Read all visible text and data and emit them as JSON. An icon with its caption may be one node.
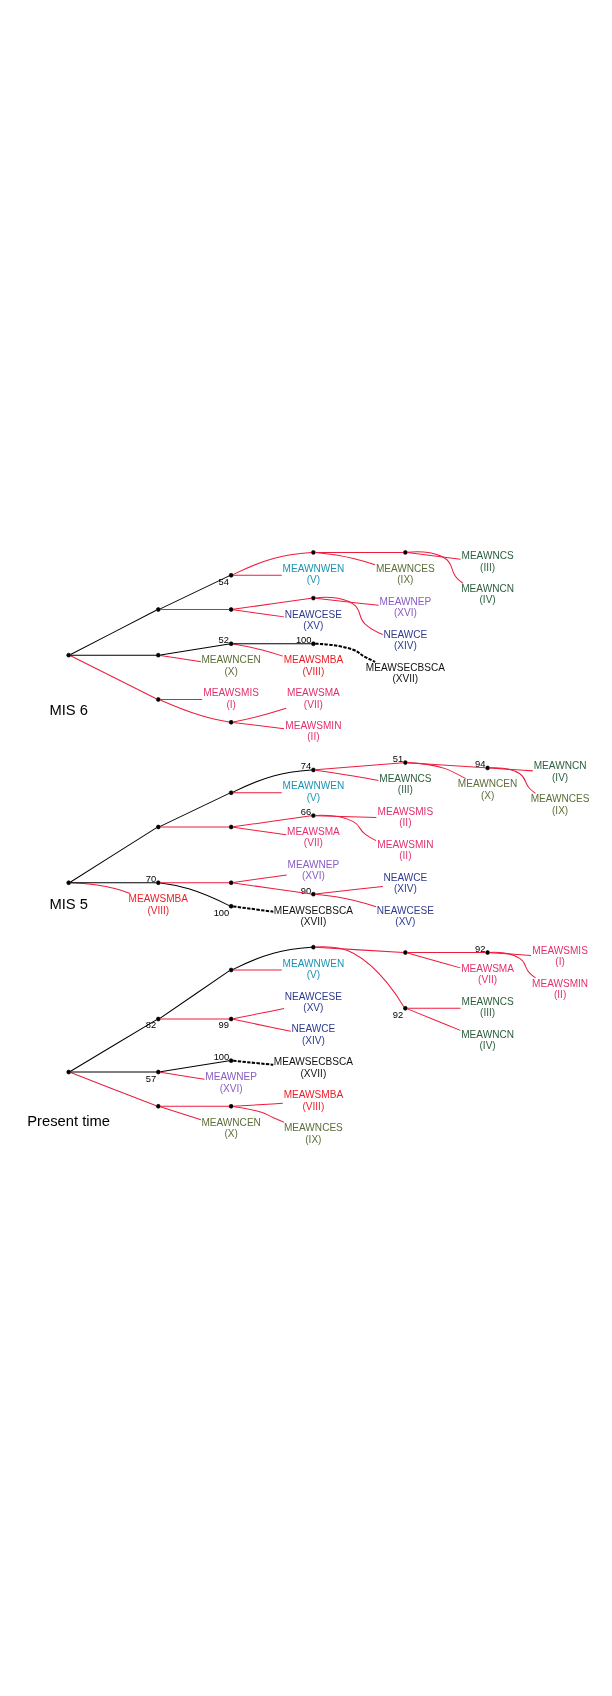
{
  "diagram": {
    "labels": [
      "MIS 6",
      "MIS 5",
      "Present time"
    ],
    "nodes": [
      {
        "text": [],
        "shape": "circle"
      },
      {
        "text": [],
        "shape": "circle"
      },
      {
        "text": [],
        "shape": "circle"
      },
      {
        "text": [
          "MEAWSMIN (II)"
        ]
      },
      {
        "text": [
          "MEAWSMA (VII)"
        ]
      },
      {
        "text": [
          "MEAWSMIS (I)"
        ]
      },
      {
        "text": [],
        "shape": "circle"
      },
      {
        "text": [
          "MEAWNCEN (X)"
        ]
      },
      {
        "text": [],
        "shape": "circle",
        "beside": [
          "52"
        ]
      },
      {
        "text": [
          "MEAWSMBA (VIII)"
        ]
      },
      {
        "text": [],
        "shape": "circle",
        "beside": [
          "100"
        ]
      },
      {
        "text": [
          "MEAWSECBSCA (XVII)"
        ]
      },
      {
        "text": [],
        "shape": "circle"
      },
      {
        "text": [],
        "shape": "circle"
      },
      {
        "text": [
          "NEAWCESE (XV)"
        ]
      },
      {
        "text": [],
        "shape": "circle"
      },
      {
        "text": [
          "NEAWCE (XIV)"
        ]
      },
      {
        "text": [
          "MEAWNEP (XVI)"
        ]
      },
      {
        "text": [],
        "shape": "circle",
        "beside": [
          "54"
        ]
      },
      {
        "text": [
          "MEAWNWEN (V)"
        ]
      },
      {
        "text": [],
        "shape": "circle"
      },
      {
        "text": [
          "MEAWNCES (IX)"
        ]
      },
      {
        "text": [],
        "shape": "circle"
      },
      {
        "text": [
          "MEAWNCN (IV)"
        ]
      },
      {
        "text": [
          "MEAWNCS (III)"
        ]
      },
      {
        "text": [],
        "shape": "circle"
      },
      {
        "text": [
          "MEAWSMBA (VIII)"
        ]
      },
      {
        "text": [],
        "shape": "circle",
        "beside": [
          "70"
        ]
      },
      {
        "text": [],
        "shape": "circle",
        "beside": [
          "100"
        ]
      },
      {
        "text": [
          "MEAWSECBSCA (XVII)"
        ]
      },
      {
        "text": [],
        "shape": "circle"
      },
      {
        "text": [],
        "shape": "circle",
        "beside": [
          "90"
        ]
      },
      {
        "text": [
          "NEAWCESE (XV)"
        ]
      },
      {
        "text": [
          "NEAWCE (XIV)"
        ]
      },
      {
        "text": [
          "MEAWNEP (XVI)"
        ]
      },
      {
        "text": [],
        "shape": "circle"
      },
      {
        "text": [],
        "shape": "circle"
      },
      {
        "text": [
          "MEAWSMA (VII)"
        ]
      },
      {
        "text": [],
        "shape": "circle",
        "beside": [
          "66"
        ]
      },
      {
        "text": [
          "MEAWSMIN (II)"
        ]
      },
      {
        "text": [
          "MEAWSMIS (II)"
        ]
      },
      {
        "text": [],
        "shape": "circle"
      },
      {
        "text": [
          "MEAWNWEN (V)"
        ]
      },
      {
        "text": [],
        "shape": "circle",
        "beside": [
          "74"
        ]
      },
      {
        "text": [
          "MEAWNCS (III)"
        ]
      },
      {
        "text": [],
        "shape": "circle",
        "beside": [
          "51"
        ]
      },
      {
        "text": [
          "MEAWNCEN (X)"
        ]
      },
      {
        "text": [],
        "shape": "circle",
        "beside": [
          "94"
        ]
      },
      {
        "text": [
          "MEAWNCES (IX)"
        ]
      },
      {
        "text": [
          "MEAWNCN (IV)"
        ]
      },
      {
        "text": [],
        "shape": "circle"
      },
      {
        "text": [],
        "shape": "circle"
      },
      {
        "text": [
          "MEAWNCEN (X)"
        ]
      },
      {
        "text": [],
        "shape": "circle"
      },
      {
        "text": [
          "MEAWNCES (IX)"
        ]
      },
      {
        "text": [
          "MEAWSMBA (VIII)"
        ]
      },
      {
        "text": [],
        "shape": "circle",
        "beside": [
          "57"
        ]
      },
      {
        "text": [
          "MEAWNEP (XVI)"
        ]
      },
      {
        "text": [],
        "shape": "circle",
        "beside": [
          "100"
        ]
      },
      {
        "text": [
          "MEAWSECBSCA (XVII)"
        ]
      },
      {
        "text": [],
        "shape": "circle",
        "beside": [
          "82"
        ]
      },
      {
        "text": [],
        "shape": "circle",
        "beside": [
          "99"
        ]
      },
      {
        "text": [
          "NEAWCE (XIV)"
        ]
      },
      {
        "text": [
          "NEAWCESE (XV)"
        ]
      },
      {
        "text": [],
        "shape": "circle"
      },
      {
        "text": [
          "MEAWNWEN (V)"
        ]
      },
      {
        "text": [],
        "shape": "circle"
      },
      {
        "text": [],
        "shape": "circle",
        "beside": [
          "92"
        ]
      },
      {
        "text": [
          "MEAWNCN (IV)"
        ]
      },
      {
        "text": [
          "MEAWNCS (III)"
        ]
      },
      {
        "text": [],
        "shape": "circle"
      },
      {
        "text": [
          "MEAWSMA (VII)"
        ]
      },
      {
        "text": [],
        "shape": "circle",
        "beside": [
          "92"
        ]
      },
      {
        "text": [
          "MEAWSMIN (II)"
        ]
      },
      {
        "text": [
          "MEAWSMIS (I)"
        ]
      }
    ],
    "edges": [
      {
        "from": 0,
        "to": 1,
        "arrow": "none"
      },
      {
        "from": 1,
        "to": 5,
        "arrow": "none"
      },
      {
        "from": 1,
        "to": 2,
        "arrow": "none"
      },
      {
        "from": 2,
        "to": 3,
        "arrow": "none"
      },
      {
        "from": 2,
        "to": 4,
        "arrow": "none"
      },
      {
        "from": 0,
        "to": 6,
        "arrow": "none",
        "color": "#000000"
      },
      {
        "from": 6,
        "to": 7,
        "arrow": "none"
      },
      {
        "from": 6,
        "to": 8,
        "arrow": "none",
        "color": "#000000"
      },
      {
        "from": 8,
        "to": 9,
        "arrow": "none"
      },
      {
        "from": 8,
        "to": 10,
        "arrow": "none",
        "color": "#000000"
      },
      {
        "from": 10,
        "to": 11,
        "arrow": "none",
        "style": "dashed",
        "color": "#000000"
      },
      {
        "from": 0,
        "to": 12,
        "arrow": "none",
        "color": "#000000"
      },
      {
        "from": 12,
        "to": 13,
        "arrow": "none"
      },
      {
        "from": 13,
        "to": 14,
        "arrow": "none"
      },
      {
        "from": 13,
        "to": 15,
        "arrow": "none"
      },
      {
        "from": 15,
        "to": 16,
        "arrow": "none"
      },
      {
        "from": 15,
        "to": 17,
        "arrow": "none"
      },
      {
        "from": 12,
        "to": 18,
        "arrow": "none",
        "color": "#000000"
      },
      {
        "from": 18,
        "to": 19,
        "arrow": "none"
      },
      {
        "from": 18,
        "to": 20,
        "arrow": "none"
      },
      {
        "from": 20,
        "to": 21,
        "arrow": "none"
      },
      {
        "from": 20,
        "to": 22,
        "arrow": "none"
      },
      {
        "from": 22,
        "to": 23,
        "arrow": "none"
      },
      {
        "from": 22,
        "to": 24,
        "arrow": "none"
      },
      {
        "from": 25,
        "to": 26,
        "arrow": "none"
      },
      {
        "from": 25,
        "to": 27,
        "arrow": "none",
        "color": "#000000"
      },
      {
        "from": 27,
        "to": 28,
        "arrow": "none",
        "color": "#000000"
      },
      {
        "from": 28,
        "to": 29,
        "arrow": "none",
        "style": "dashed",
        "color": "#000000"
      },
      {
        "from": 27,
        "to": 30,
        "arrow": "none"
      },
      {
        "from": 30,
        "to": 31,
        "arrow": "none"
      },
      {
        "from": 31,
        "to": 32,
        "arrow": "none"
      },
      {
        "from": 31,
        "to": 33,
        "arrow": "none"
      },
      {
        "from": 30,
        "to": 34,
        "arrow": "none"
      },
      {
        "from": 25,
        "to": 35,
        "arrow": "none",
        "color": "#000000"
      },
      {
        "from": 35,
        "to": 36,
        "arrow": "none"
      },
      {
        "from": 36,
        "to": 37,
        "arrow": "none"
      },
      {
        "from": 36,
        "to": 38,
        "arrow": "none"
      },
      {
        "from": 38,
        "to": 39,
        "arrow": "none"
      },
      {
        "from": 38,
        "to": 40,
        "arrow": "none"
      },
      {
        "from": 35,
        "to": 41,
        "arrow": "none",
        "color": "#000000"
      },
      {
        "from": 41,
        "to": 42,
        "arrow": "none"
      },
      {
        "from": 41,
        "to": 43,
        "arrow": "none",
        "color": "#000000"
      },
      {
        "from": 43,
        "to": 44,
        "arrow": "none"
      },
      {
        "from": 43,
        "to": 45,
        "arrow": "none"
      },
      {
        "from": 45,
        "to": 46,
        "arrow": "none"
      },
      {
        "from": 45,
        "to": 47,
        "arrow": "none"
      },
      {
        "from": 47,
        "to": 48,
        "arrow": "none"
      },
      {
        "from": 47,
        "to": 49,
        "arrow": "none"
      },
      {
        "from": 50,
        "to": 51,
        "arrow": "none"
      },
      {
        "from": 51,
        "to": 52,
        "arrow": "none"
      },
      {
        "from": 51,
        "to": 53,
        "arrow": "none"
      },
      {
        "from": 53,
        "to": 54,
        "arrow": "none"
      },
      {
        "from": 53,
        "to": 55,
        "arrow": "none"
      },
      {
        "from": 50,
        "to": 56,
        "arrow": "none",
        "color": "#000000"
      },
      {
        "from": 56,
        "to": 57,
        "arrow": "none"
      },
      {
        "from": 56,
        "to": 58,
        "arrow": "none",
        "color": "#000000"
      },
      {
        "from": 58,
        "to": 59,
        "arrow": "none",
        "style": "dashed",
        "color": "#000000"
      },
      {
        "from": 50,
        "to": 60,
        "arrow": "none",
        "color": "#000000"
      },
      {
        "from": 60,
        "to": 61,
        "arrow": "none"
      },
      {
        "from": 61,
        "to": 62,
        "arrow": "none"
      },
      {
        "from": 61,
        "to": 63,
        "arrow": "none"
      },
      {
        "from": 60,
        "to": 64,
        "arrow": "none",
        "color": "#000000"
      },
      {
        "from": 64,
        "to": 65,
        "arrow": "none"
      },
      {
        "from": 64,
        "to": 66,
        "arrow": "none",
        "color": "#000000"
      },
      {
        "from": 66,
        "to": 67,
        "arrow": "none"
      },
      {
        "from": 67,
        "to": 68,
        "arrow": "none"
      },
      {
        "from": 67,
        "to": 69,
        "arrow": "none"
      },
      {
        "from": 66,
        "to": 70,
        "arrow": "none"
      },
      {
        "from": 70,
        "to": 71,
        "arrow": "none"
      },
      {
        "from": 70,
        "to": 72,
        "arrow": "none"
      },
      {
        "from": 72,
        "to": 73,
        "arrow": "none"
      },
      {
        "from": 72,
        "to": 74,
        "arrow": "none"
      }
    ]
  }
}
